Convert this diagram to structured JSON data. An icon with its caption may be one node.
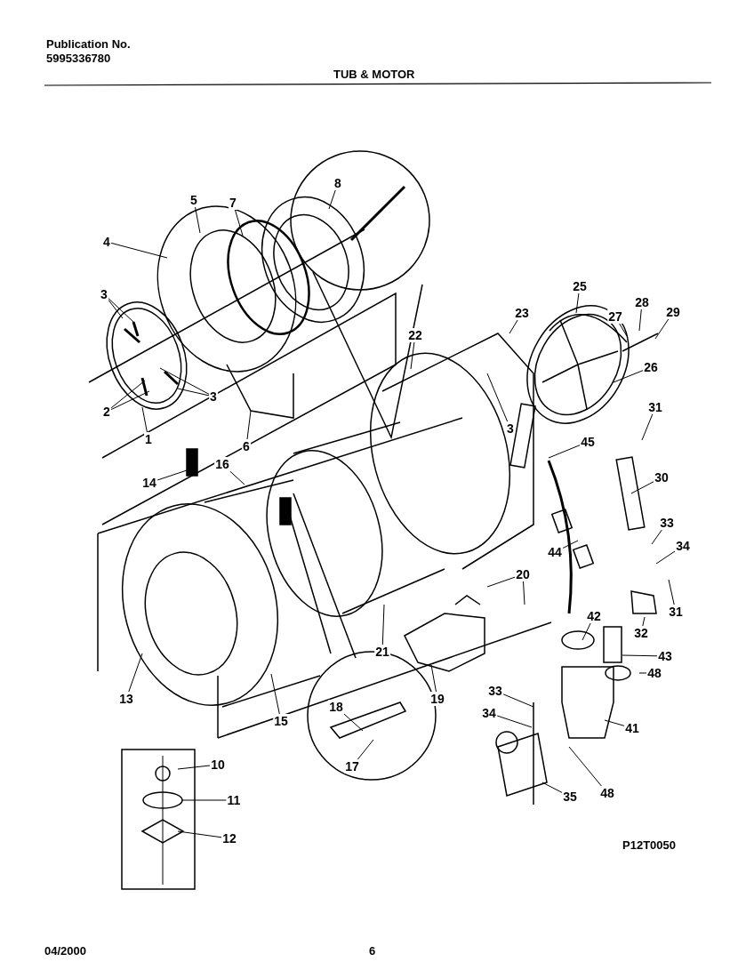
{
  "diagram": {
    "title": "TUB & MOTOR",
    "nodes": [
      {
        "text": [
          "8"
        ]
      },
      {
        "text": [
          "5"
        ]
      },
      {
        "text": [
          "7"
        ]
      },
      {
        "text": [
          "4"
        ]
      },
      {
        "text": [
          "3"
        ]
      },
      {
        "text": [
          "25"
        ]
      },
      {
        "text": [
          "28"
        ]
      },
      {
        "text": [
          "27"
        ]
      },
      {
        "text": [
          "29"
        ]
      },
      {
        "text": [
          "23"
        ]
      },
      {
        "text": [
          "22"
        ]
      },
      {
        "text": [
          "26"
        ]
      },
      {
        "text": [
          "3"
        ]
      },
      {
        "text": [
          "2"
        ]
      },
      {
        "text": [
          "31"
        ]
      },
      {
        "text": [
          "45"
        ]
      },
      {
        "text": [
          "1"
        ]
      },
      {
        "text": [
          "6"
        ]
      },
      {
        "text": [
          "3"
        ]
      },
      {
        "text": [
          "14"
        ]
      },
      {
        "text": [
          "16"
        ]
      },
      {
        "text": [
          "30"
        ]
      },
      {
        "text": [
          "33"
        ]
      },
      {
        "text": [
          "34"
        ]
      },
      {
        "text": [
          "44"
        ]
      },
      {
        "text": [
          "20"
        ]
      },
      {
        "text": [
          "31"
        ]
      },
      {
        "text": [
          "32"
        ]
      },
      {
        "text": [
          "42"
        ]
      },
      {
        "text": [
          "43"
        ]
      },
      {
        "text": [
          "48"
        ]
      },
      {
        "text": [
          "21"
        ]
      },
      {
        "text": [
          "19"
        ]
      },
      {
        "text": [
          "13"
        ]
      },
      {
        "text": [
          "33"
        ]
      },
      {
        "text": [
          "18"
        ]
      },
      {
        "text": [
          "34"
        ]
      },
      {
        "text": [
          "15"
        ]
      },
      {
        "text": [
          "41"
        ]
      },
      {
        "text": [
          "17"
        ]
      },
      {
        "text": [
          "10"
        ]
      },
      {
        "text": [
          "48"
        ]
      },
      {
        "text": [
          "35"
        ]
      },
      {
        "text": [
          "11"
        ]
      },
      {
        "text": [
          "12"
        ]
      }
    ],
    "edges": [
      {
        "from": 0,
        "to": null,
        "arrow": "none"
      },
      {
        "from": 1,
        "to": null,
        "arrow": "none"
      },
      {
        "from": 2,
        "to": null,
        "arrow": "none"
      },
      {
        "from": 3,
        "to": null,
        "arrow": "none"
      },
      {
        "from": 4,
        "to": null,
        "arrow": "none"
      },
      {
        "from": 4,
        "to": null,
        "arrow": "none"
      },
      {
        "from": 5,
        "to": null,
        "arrow": "none"
      },
      {
        "from": 6,
        "to": null,
        "arrow": "none"
      },
      {
        "from": 7,
        "to": null,
        "arrow": "none"
      },
      {
        "from": 8,
        "to": null,
        "arrow": "none"
      },
      {
        "from": 9,
        "to": null,
        "arrow": "none"
      },
      {
        "from": 10,
        "to": null,
        "arrow": "none"
      },
      {
        "from": 11,
        "to": null,
        "arrow": "none"
      },
      {
        "from": 12,
        "to": null,
        "arrow": "none"
      },
      {
        "from": 12,
        "to": null,
        "arrow": "none"
      },
      {
        "from": 13,
        "to": null,
        "arrow": "none"
      },
      {
        "from": 13,
        "to": null,
        "arrow": "none"
      },
      {
        "from": 14,
        "to": null,
        "arrow": "none"
      },
      {
        "from": 15,
        "to": null,
        "arrow": "none"
      },
      {
        "from": 16,
        "to": null,
        "arrow": "none"
      },
      {
        "from": 17,
        "to": null,
        "arrow": "none"
      },
      {
        "from": 18,
        "to": null,
        "arrow": "none"
      },
      {
        "from": 19,
        "to": null,
        "arrow": "none"
      },
      {
        "from": 20,
        "to": null,
        "arrow": "none"
      },
      {
        "from": 21,
        "to": null,
        "arrow": "none"
      },
      {
        "from": 22,
        "to": null,
        "arrow": "none"
      },
      {
        "from": 23,
        "to": null,
        "arrow": "none"
      },
      {
        "from": 24,
        "to": null,
        "arrow": "none"
      },
      {
        "from": 25,
        "to": null,
        "arrow": "none"
      },
      {
        "from": 25,
        "to": null,
        "arrow": "none"
      },
      {
        "from": 26,
        "to": null,
        "arrow": "none"
      },
      {
        "from": 27,
        "to": null,
        "arrow": "none"
      },
      {
        "from": 28,
        "to": null,
        "arrow": "none"
      },
      {
        "from": 29,
        "to": null,
        "arrow": "none"
      },
      {
        "from": 30,
        "to": null,
        "arrow": "none"
      },
      {
        "from": 31,
        "to": null,
        "arrow": "none"
      },
      {
        "from": 32,
        "to": null,
        "arrow": "none"
      },
      {
        "from": 33,
        "to": null,
        "arrow": "none"
      },
      {
        "from": 34,
        "to": null,
        "arrow": "none"
      },
      {
        "from": 35,
        "to": null,
        "arrow": "none"
      },
      {
        "from": 36,
        "to": null,
        "arrow": "none"
      },
      {
        "from": 37,
        "to": null,
        "arrow": "none"
      },
      {
        "from": 38,
        "to": null,
        "arrow": "none"
      },
      {
        "from": 39,
        "to": null,
        "arrow": "none"
      },
      {
        "from": 40,
        "to": null,
        "arrow": "none"
      },
      {
        "from": 41,
        "to": null,
        "arrow": "none"
      },
      {
        "from": 42,
        "to": null,
        "arrow": "none"
      },
      {
        "from": 43,
        "to": null,
        "arrow": "none"
      },
      {
        "from": 44,
        "to": null,
        "arrow": "none"
      }
    ],
    "labels": [
      "Publication No.",
      "5995336780",
      "P12T0050",
      "04/2000",
      "6"
    ]
  }
}
